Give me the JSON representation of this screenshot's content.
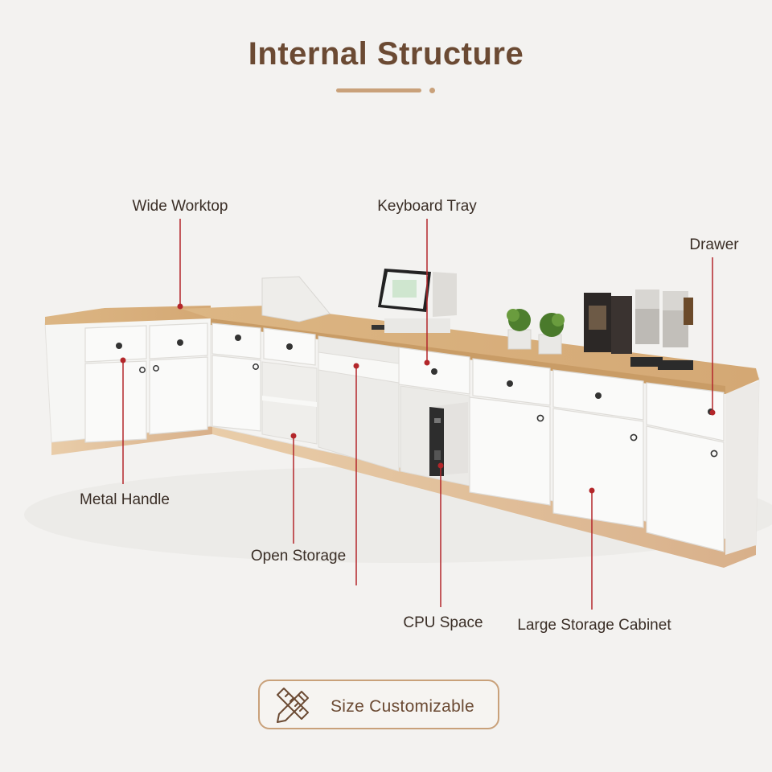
{
  "header": {
    "title": "Internal Structure"
  },
  "callouts": {
    "wide_worktop": "Wide Worktop",
    "keyboard_tray": "Keyboard Tray",
    "drawer": "Drawer",
    "metal_handle": "Metal Handle",
    "open_storage": "Open Storage",
    "cpu_space": "CPU Space",
    "large_storage_cabinet": "Large Storage Cabinet"
  },
  "badge": {
    "label": "Size Customizable",
    "icon": "ruler-pencil-icon"
  },
  "colors": {
    "title_brown": "#6b4a33",
    "accent_tan": "#c9a17a",
    "callout_red": "#b3262a",
    "worktop_wood": "#d9b07d",
    "cabinet_white": "#f7f7f5"
  }
}
